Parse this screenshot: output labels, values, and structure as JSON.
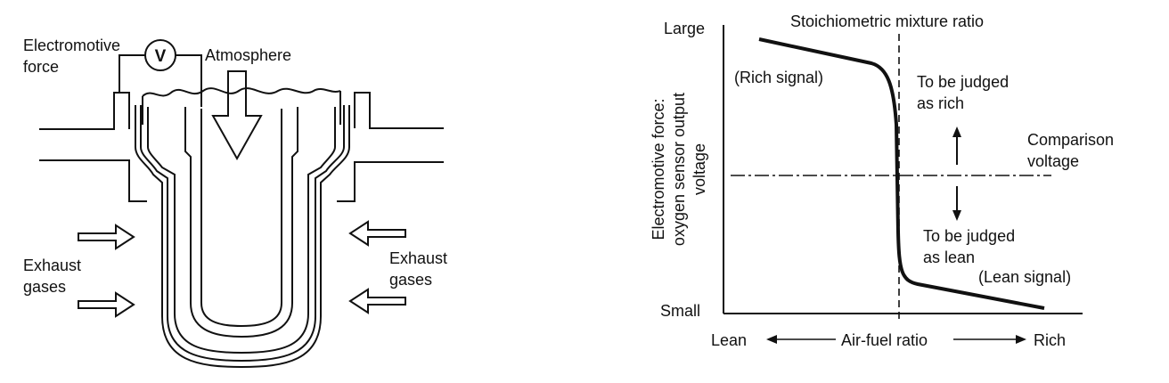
{
  "sensor_diagram": {
    "label_emf_line1": "Electromotive",
    "label_emf_line2": "force",
    "voltmeter_symbol": "V",
    "label_atmosphere": "Atmosphere",
    "label_exhaust_left_line1": "Exhaust",
    "label_exhaust_left_line2": "gases",
    "label_exhaust_right_line1": "Exhaust",
    "label_exhaust_right_line2": "gases"
  },
  "graph": {
    "y_top_label": "Large",
    "y_bottom_label": "Small",
    "y_axis_line1": "Electromotive force:",
    "y_axis_line2": "oxygen sensor output",
    "y_axis_line3": "voltage",
    "stoich_label": "Stoichiometric mixture ratio",
    "rich_signal": "(Rich signal)",
    "lean_signal": "(Lean signal)",
    "judged_rich_line1": "To be judged",
    "judged_rich_line2": "as rich",
    "judged_lean_line1": "To be judged",
    "judged_lean_line2": "as lean",
    "comparison_line1": "Comparison",
    "comparison_line2": "voltage",
    "x_lean": "Lean",
    "x_axis_label": "Air-fuel ratio",
    "x_rich": "Rich"
  }
}
